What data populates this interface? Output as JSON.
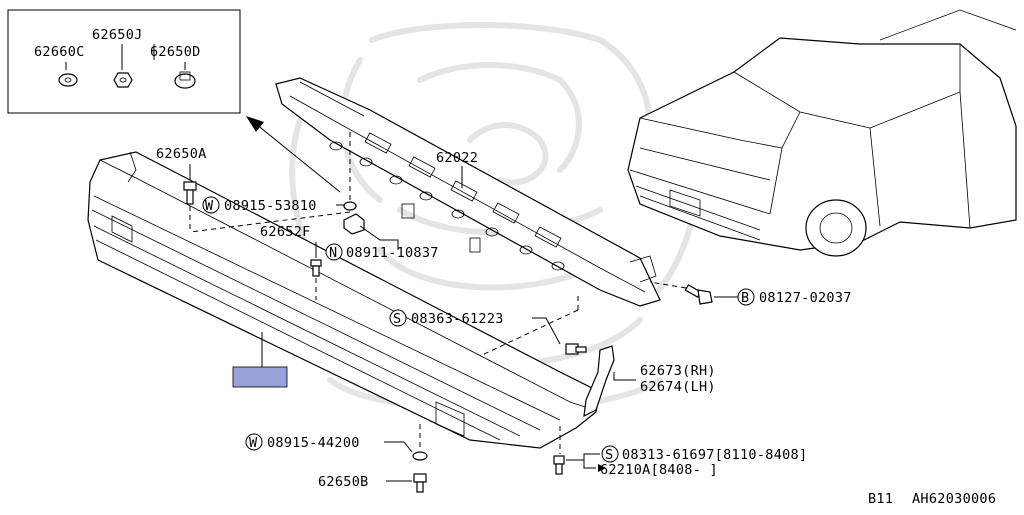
{
  "inset": {
    "parts": [
      {
        "code": "62650J"
      },
      {
        "code": "62660C"
      },
      {
        "code": "62650D"
      }
    ]
  },
  "callouts": {
    "retainer_bar": "62022",
    "clip_a": "62650A",
    "clip_f": "62652F",
    "washer_w1": {
      "prefix": "W",
      "code": "08915-53810"
    },
    "nut_n": {
      "prefix": "N",
      "code": "08911-10837"
    },
    "bolt_b": {
      "prefix": "B",
      "code": "08127-02037"
    },
    "screw_s1": {
      "prefix": "S",
      "code": "08363-61223"
    },
    "bracket_rh": "62673(RH)",
    "bracket_lh": "62674(LH)",
    "washer_w2": {
      "prefix": "W",
      "code": "08915-44200"
    },
    "clip_b": "62650B",
    "screw_s2": {
      "prefix": "S",
      "code": "08313-61697[8110-8408]"
    },
    "clip_later": "62210A[8408-   ]"
  },
  "footer": {
    "model": "B11",
    "figure_code": "AH62030006"
  },
  "colors": {
    "label_box": "#9aa0d8",
    "watermark": "#cfcfcf"
  }
}
